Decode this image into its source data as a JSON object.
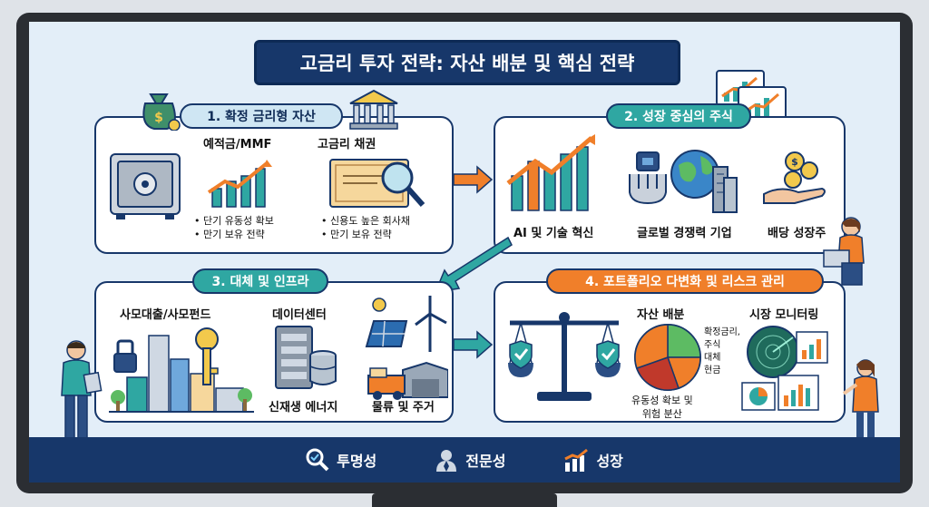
{
  "title": "고금리 투자 전략: 자산 배분 및 핵심 전략",
  "section1": {
    "badge": "1. 확정 금리형 자산",
    "item1": {
      "label": "예적금/MMF",
      "bullets": [
        "• 단기 유동성 확보",
        "• 만기 보유 전략"
      ]
    },
    "item2": {
      "label": "고금리 채권",
      "bullets": [
        "• 신용도 높은 회사채",
        "• 만기 보유 전략"
      ]
    }
  },
  "section2": {
    "badge": "2. 성장 중심의 주식",
    "items": [
      "AI 및 기술 혁신",
      "글로벌 경쟁력 기업",
      "배당 성장주"
    ]
  },
  "section3": {
    "badge": "3. 대체 및 인프라",
    "items": [
      "사모대출/사모펀드",
      "데이터센터",
      "신재생 에너지",
      "물류 및 주거"
    ]
  },
  "section4": {
    "badge": "4. 포트폴리오 다변화 및 리스크 관리",
    "allocation_label": "자산 배분",
    "legend": [
      "확정금리,",
      "주식",
      "대체",
      "현금"
    ],
    "balance_caption": [
      "유동성 확보 및",
      "위험 분산"
    ],
    "monitor_label": "시장 모니터링"
  },
  "footer": {
    "items": [
      "투명성",
      "전문성",
      "성장"
    ]
  },
  "colors": {
    "navy": "#17376a",
    "teal": "#2fa7a2",
    "orange": "#f07f2a",
    "background": "#e3eef8"
  }
}
